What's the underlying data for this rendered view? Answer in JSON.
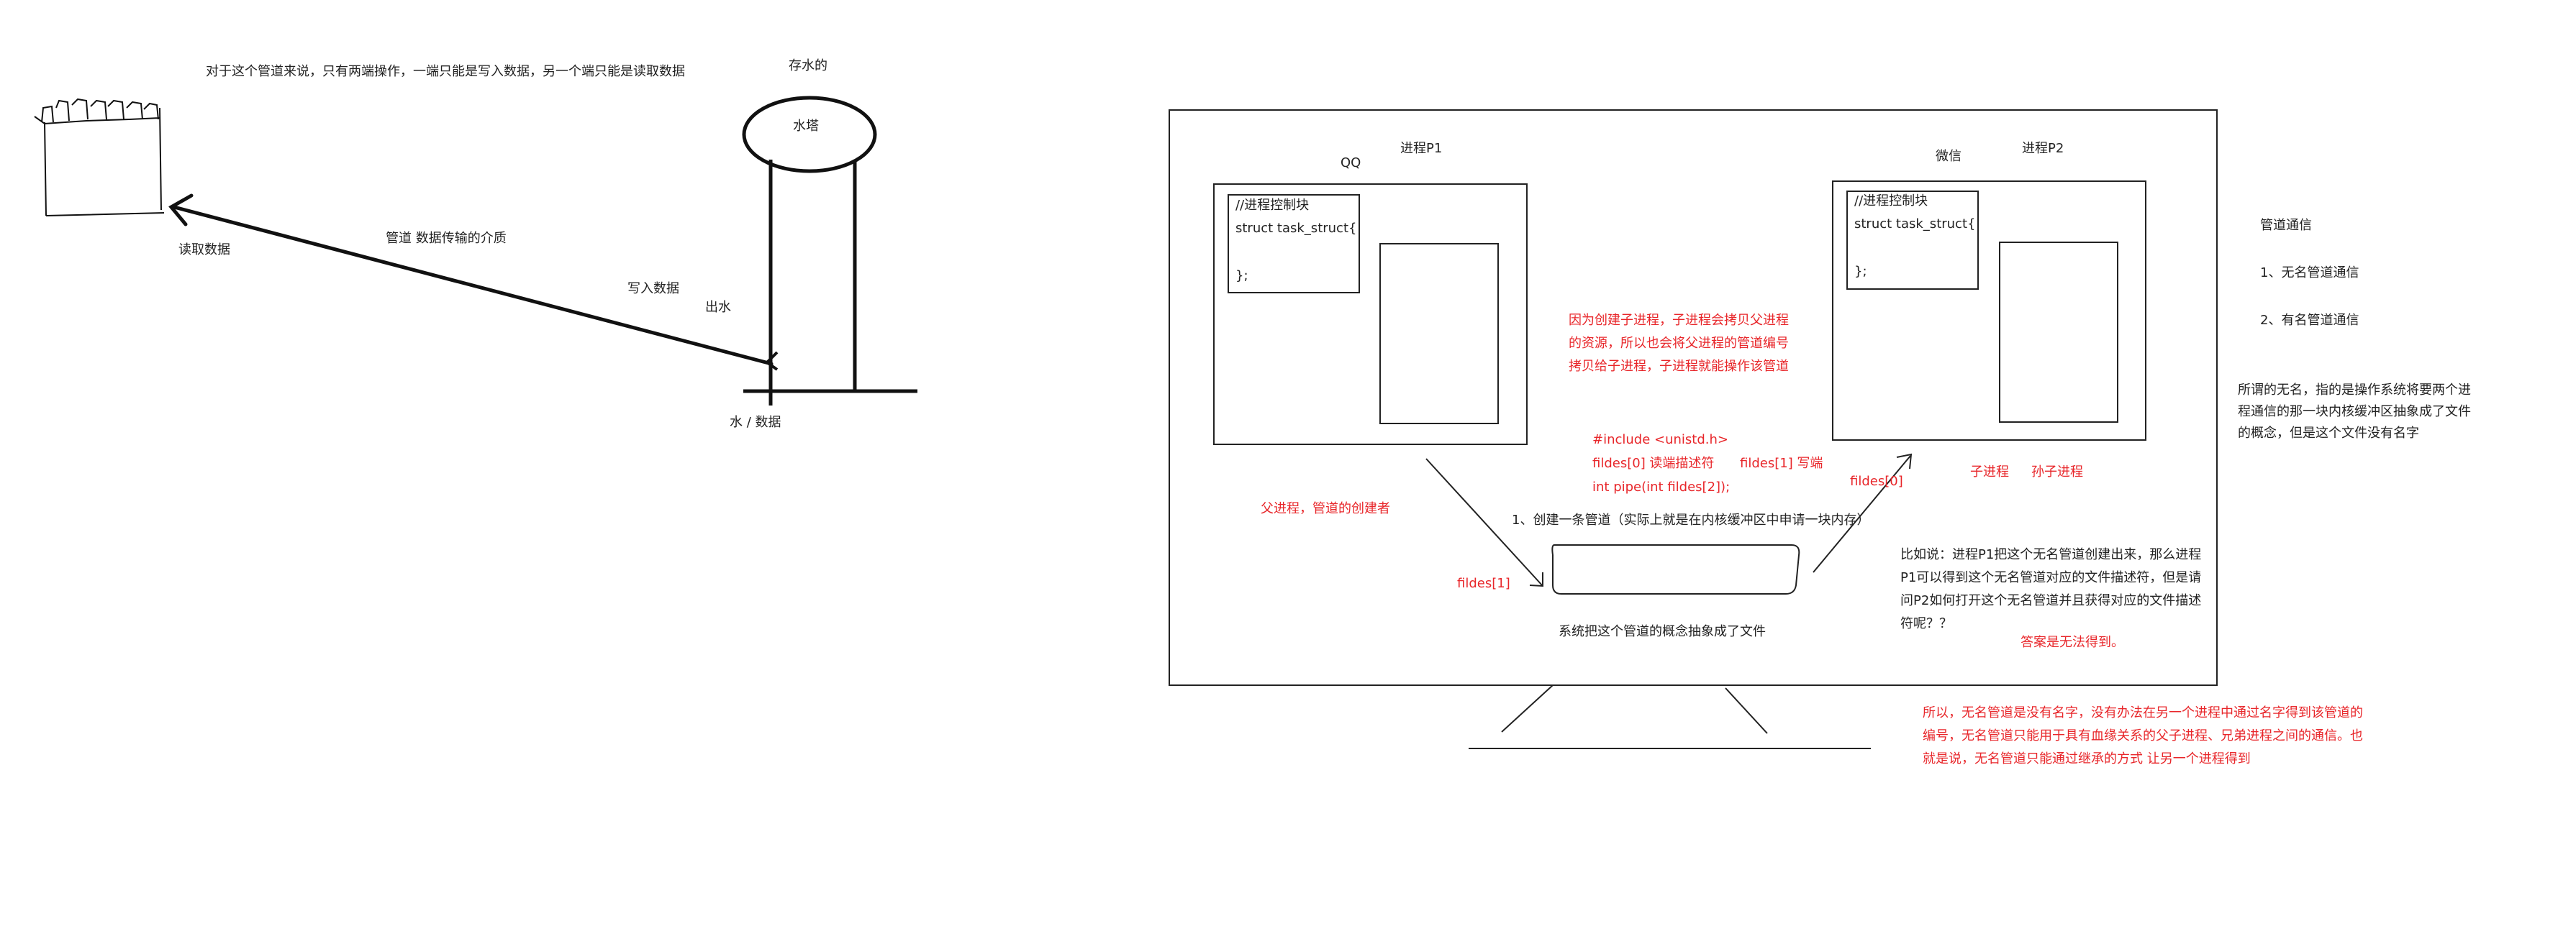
{
  "colors": {
    "ink": "#111111",
    "annotation_red": "#e8262a",
    "background": "#ffffff"
  },
  "left": {
    "pipe_note": "对于这个管道来说，只有两端操作，一端只能是写入数据，另一个端只能是读取数据",
    "storage_label": "存水的",
    "tower_label": "水塔",
    "read_label": "读取数据",
    "pipe_label": "管道   数据传输的介质",
    "write_label": "写入数据",
    "outlet_label": "出水",
    "water_label": "水    / 数据"
  },
  "monitor": {
    "p1_app": "QQ",
    "p1_title": "进程P1",
    "p2_app": "微信",
    "p2_title": "进程P2",
    "pcb_comment": "//进程控制块",
    "pcb_struct": "struct task_struct{",
    "pcb_close": "};",
    "fork_note": "因为创建子进程，子进程会拷贝父进程的资源，所以也会将父进程的管道编号拷贝给子进程，子进程就能操作该管道",
    "include_line": "#include <unistd.h>",
    "fildes0_line": "fildes[0] 读端描述符",
    "fildes1_line": "fildes[1]  写端",
    "pipe_fn_line": "int pipe(int fildes[2]);",
    "fildes0_label": "fildes[0]",
    "child_label": "子进程",
    "grandchild_label": "孙子进程",
    "parent_note": "父进程，管道的创建者",
    "create_pipe": "1、创建一条管道（实际上就是在内核缓冲区中申请一块内存）",
    "fildes1_label": "fildes[1]",
    "file_abstraction": "系统把这个管道的概念抽象成了文件",
    "example_note": "比如说：进程P1把这个无名管道创建出来，那么进程P1可以得到这个无名管道对应的文件描述符，但是请问P2如何打开这个无名管道并且获得对应的文件描述符呢？？",
    "answer": "答案是无法得到。"
  },
  "right": {
    "heading": "管道通信",
    "item1": "1、无名管道通信",
    "item2": "2、有名管道通信",
    "unnamed_def": "所谓的无名，指的是操作系统将要两个进程通信的那一块内核缓冲区抽象成了文件的概念，但是这个文件没有名字"
  },
  "bottom_note": "所以，无名管道是没有名字，没有办法在另一个进程中通过名字得到该管道的编号，无名管道只能用于具有血缘关系的父子进程、兄弟进程之间的通信。也就是说，无名管道只能通过继承的方式 让另一个进程得到"
}
